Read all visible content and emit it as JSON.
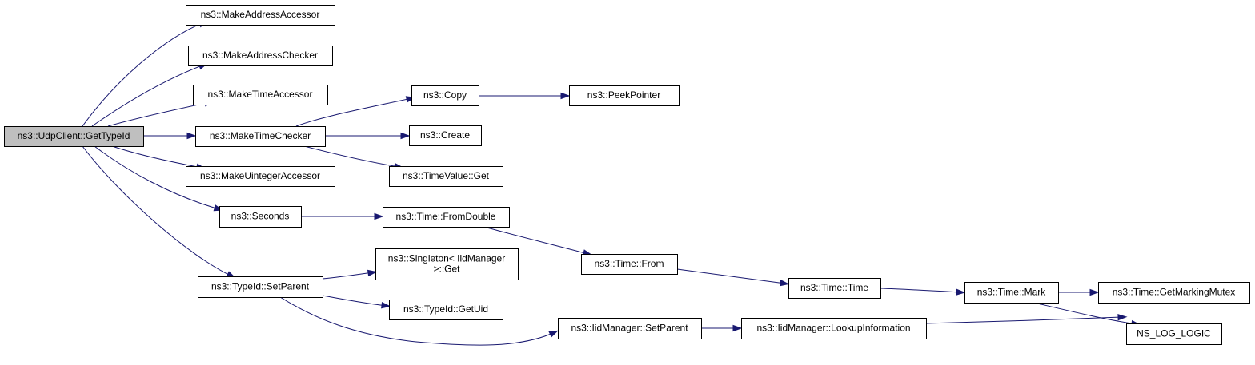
{
  "diagram": {
    "kind": "call-graph",
    "colors": {
      "edge": "#191970",
      "root_fill": "#bfbfbf",
      "node_fill": "#ffffff",
      "node_border": "#000000"
    },
    "nodes": [
      {
        "id": "udpclient",
        "lines": [
          "ns3::UdpClient::GetTypeId"
        ],
        "root": true
      },
      {
        "id": "mkaddracc",
        "lines": [
          "ns3::MakeAddressAccessor"
        ]
      },
      {
        "id": "mkaddrchk",
        "lines": [
          "ns3::MakeAddressChecker"
        ]
      },
      {
        "id": "mktimeacc",
        "lines": [
          "ns3::MakeTimeAccessor"
        ]
      },
      {
        "id": "mktimechk",
        "lines": [
          "ns3::MakeTimeChecker"
        ]
      },
      {
        "id": "mkuintacc",
        "lines": [
          "ns3::MakeUintegerAccessor"
        ]
      },
      {
        "id": "seconds",
        "lines": [
          "ns3::Seconds"
        ]
      },
      {
        "id": "tidsetparent",
        "lines": [
          "ns3::TypeId::SetParent"
        ]
      },
      {
        "id": "copy",
        "lines": [
          "ns3::Copy"
        ]
      },
      {
        "id": "peek",
        "lines": [
          "ns3::PeekPointer"
        ]
      },
      {
        "id": "create",
        "lines": [
          "ns3::Create"
        ]
      },
      {
        "id": "tvget",
        "lines": [
          "ns3::TimeValue::Get"
        ]
      },
      {
        "id": "fromdouble",
        "lines": [
          "ns3::Time::FromDouble"
        ]
      },
      {
        "id": "timefrom",
        "lines": [
          "ns3::Time::From"
        ]
      },
      {
        "id": "singleton",
        "lines": [
          "ns3::Singleton< IidManager",
          ">::Get"
        ]
      },
      {
        "id": "getuid",
        "lines": [
          "ns3::TypeId::GetUid"
        ]
      },
      {
        "id": "timetime",
        "lines": [
          "ns3::Time::Time"
        ]
      },
      {
        "id": "timemark",
        "lines": [
          "ns3::Time::Mark"
        ]
      },
      {
        "id": "mutex",
        "lines": [
          "ns3::Time::GetMarkingMutex"
        ]
      },
      {
        "id": "nslog",
        "lines": [
          "NS_LOG_LOGIC"
        ]
      },
      {
        "id": "iidsetparent",
        "lines": [
          "ns3::IidManager::SetParent"
        ]
      },
      {
        "id": "lookup",
        "lines": [
          "ns3::IidManager::LookupInformation"
        ]
      }
    ],
    "edges": [
      {
        "from": "udpclient",
        "to": "mkaddracc"
      },
      {
        "from": "udpclient",
        "to": "mkaddrchk"
      },
      {
        "from": "udpclient",
        "to": "mktimeacc"
      },
      {
        "from": "udpclient",
        "to": "mktimechk"
      },
      {
        "from": "udpclient",
        "to": "mkuintacc"
      },
      {
        "from": "udpclient",
        "to": "seconds"
      },
      {
        "from": "udpclient",
        "to": "tidsetparent"
      },
      {
        "from": "mktimechk",
        "to": "copy"
      },
      {
        "from": "mktimechk",
        "to": "create"
      },
      {
        "from": "mktimechk",
        "to": "tvget"
      },
      {
        "from": "copy",
        "to": "peek"
      },
      {
        "from": "seconds",
        "to": "fromdouble"
      },
      {
        "from": "fromdouble",
        "to": "timefrom"
      },
      {
        "from": "timefrom",
        "to": "timetime"
      },
      {
        "from": "timetime",
        "to": "timemark"
      },
      {
        "from": "timemark",
        "to": "mutex"
      },
      {
        "from": "timemark",
        "to": "nslog"
      },
      {
        "from": "tidsetparent",
        "to": "singleton"
      },
      {
        "from": "tidsetparent",
        "to": "getuid"
      },
      {
        "from": "tidsetparent",
        "to": "iidsetparent"
      },
      {
        "from": "iidsetparent",
        "to": "lookup"
      },
      {
        "from": "lookup",
        "to": "nslog"
      }
    ]
  }
}
